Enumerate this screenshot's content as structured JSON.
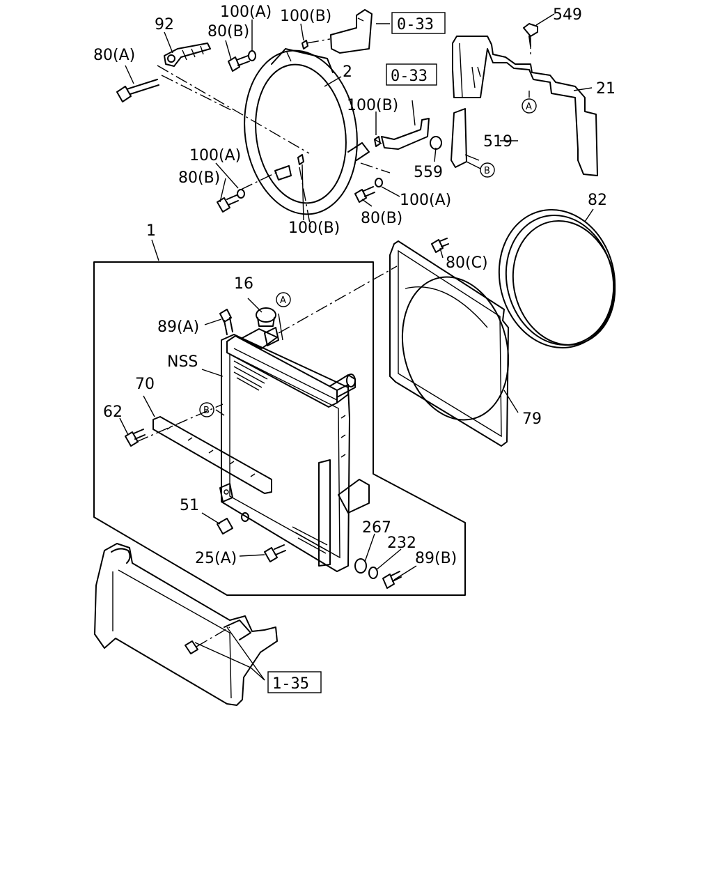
{
  "labels": {
    "p92": "92",
    "p100a_top": "100(A)",
    "p100b_top": "100(B)",
    "p80b_top": "80(B)",
    "p80a": "80(A)",
    "p2": "2",
    "p100b_mid": "100(B)",
    "p100a_left": "100(A)",
    "p80b_left": "80(B)",
    "p100b_bottom": "100(B)",
    "p80b_right": "80(B)",
    "p100a_right": "100(A)",
    "p549": "549",
    "p21": "21",
    "p519": "519",
    "p559": "559",
    "p82": "82",
    "p1": "1",
    "p80c": "80(C)",
    "p16": "16",
    "p89a": "89(A)",
    "pNSS": "NSS",
    "p70": "70",
    "p62": "62",
    "p79": "79",
    "p51": "51",
    "p25a": "25(A)",
    "p267": "267",
    "p232": "232",
    "p89b": "89(B)"
  },
  "references": {
    "ref_top": "0-33",
    "ref_mid": "0-33",
    "ref_bottom": "1-35"
  },
  "markers": {
    "a": "A",
    "b": "B"
  }
}
